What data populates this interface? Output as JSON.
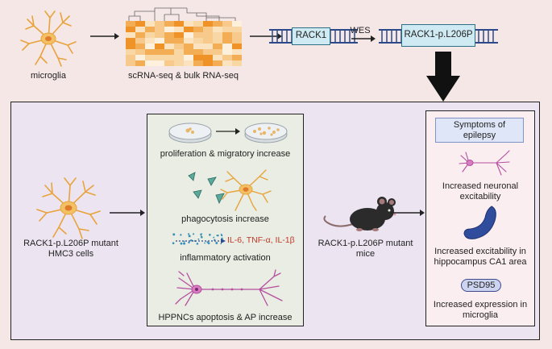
{
  "top": {
    "microglia_label": "microglia",
    "rnaseq_label": "scRNA-seq & bulk RNA-seq",
    "gene_label": "RACK1",
    "wes_label": "WES",
    "mutant_gene_label": "RACK1-p.L206P"
  },
  "left": {
    "cell_label_line1": "RACK1-p.L206P mutant",
    "cell_label_line2": "HMC3 cells"
  },
  "center": {
    "proliferation_label": "proliferation & migratory increase",
    "phagocytosis_label": "phagocytosis increase",
    "cytokines_label": "IL-6, TNF-α, IL-1β",
    "inflammatory_label": "inflammatory activation",
    "apoptosis_label": "HPPNCs apoptosis & AP increase"
  },
  "mouse": {
    "label_line1": "RACK1-p.L206P mutant",
    "label_line2": "mice"
  },
  "right": {
    "title_line1": "Symptoms of",
    "title_line2": "epilepsy",
    "neuronal_line1": "Increased neuronal",
    "neuronal_line2": "excitability",
    "hippocampus_line1": "Increased excitability in",
    "hippocampus_line2": "hippocampus CA1 area",
    "psd95_label": "PSD95",
    "expression_line1": "Increased expression in",
    "expression_line2": "microglia"
  },
  "colors": {
    "background": "#f6e7e7",
    "panel": "#ece5f1",
    "gene_box": "#cfeaf2",
    "cytokine_text": "#c0392b",
    "neuron": "#b44fa0",
    "microglia": "#e8a33c",
    "hippocampus": "#2f4d9c"
  },
  "icons": [
    "microglia-icon",
    "heatmap-icon",
    "dna-icon",
    "petri-dish-icon",
    "bacteria-icon",
    "neuron-icon",
    "mouse-icon",
    "hippocampus-icon",
    "arrow-icon"
  ]
}
